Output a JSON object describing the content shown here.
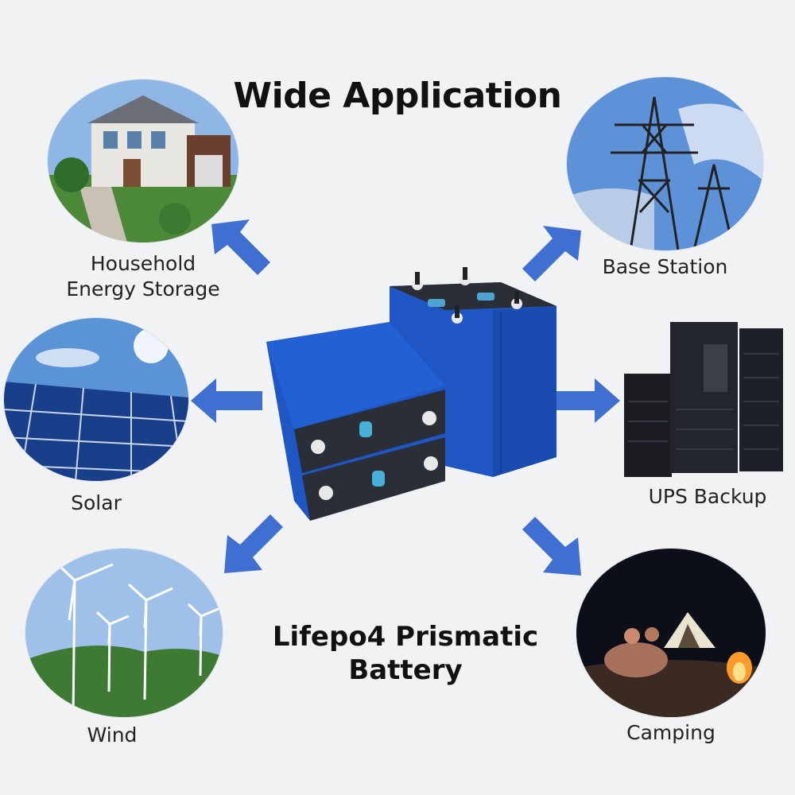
{
  "title": "Wide Application",
  "subtitle_line1": "Lifepo4 Prismatic",
  "subtitle_line2": "Battery",
  "applications": [
    {
      "id": "household",
      "label": "Household\nEnergy Storage"
    },
    {
      "id": "base-station",
      "label": "Base Station"
    },
    {
      "id": "solar",
      "label": "Solar"
    },
    {
      "id": "ups",
      "label": "UPS Backup"
    },
    {
      "id": "wind",
      "label": "Wind"
    },
    {
      "id": "camping",
      "label": "Camping"
    }
  ],
  "colors": {
    "arrow": "#3f6fd1",
    "battery_blue": "#1f56c4",
    "battery_dark": "#2a2e36",
    "background": "#f1f2f4"
  }
}
